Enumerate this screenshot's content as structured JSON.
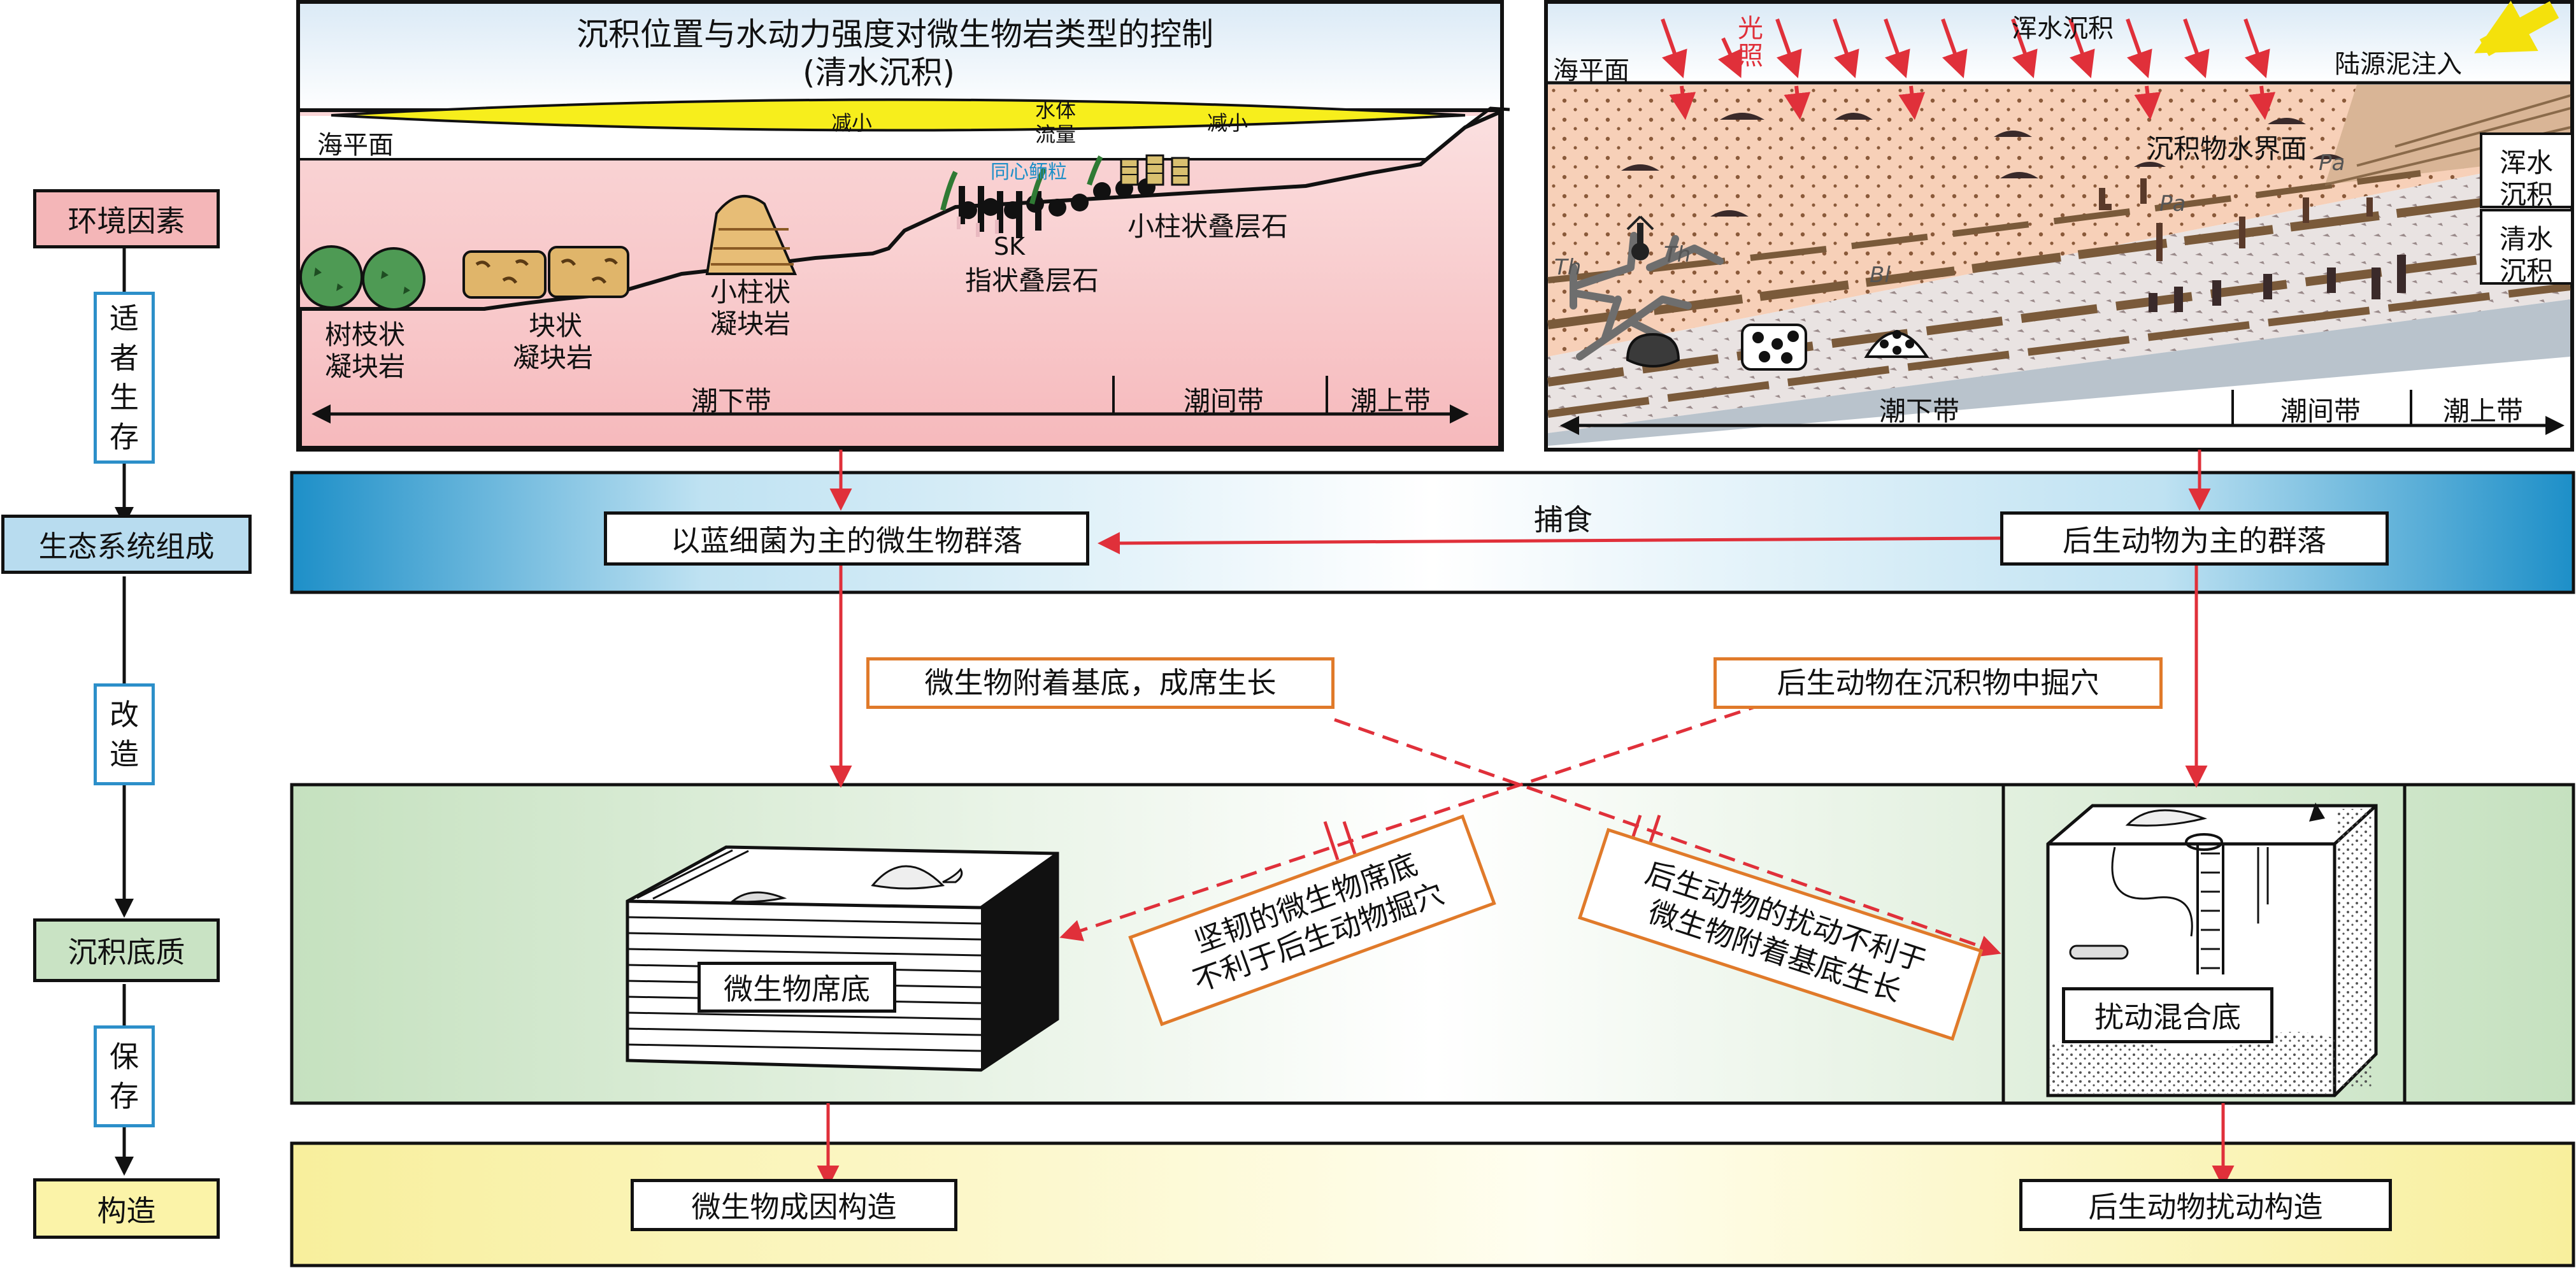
{
  "left_column": {
    "env_factors": "环境因素",
    "adaptation": [
      "适",
      "者",
      "生",
      "存"
    ],
    "ecosystem": "生态系统组成",
    "modification": [
      "改",
      "造"
    ],
    "substrate": "沉积底质",
    "preservation": [
      "保",
      "存"
    ],
    "structure": "构造"
  },
  "clearwater_panel": {
    "title_line1": "沉积位置与水动力强度对微生物岩类型的控制",
    "title_line2": "(清水沉积)",
    "sea_level": "海平面",
    "decrease_left": "减小",
    "flow_line1": "水体",
    "flow_line2": "流量",
    "decrease_right": "减小",
    "oolite": "同心鲕粒",
    "sk": "SK",
    "small_columnar_stromatolite": "小柱状叠层石",
    "digitate_stromatolite": "指状叠层石",
    "small_columnar_thrombolite_1": "小柱状",
    "small_columnar_thrombolite_2": "凝块岩",
    "massive_thrombolite_1": "块状",
    "massive_thrombolite_2": "凝块岩",
    "dendrolite_1": "树枝状",
    "dendrolite_2": "凝块岩",
    "subtidal": "潮下带",
    "intertidal": "潮间带",
    "supratidal": "潮上带"
  },
  "muddy_panel": {
    "sea_level": "海平面",
    "light_1": "光",
    "light_2": "照",
    "muddy_deposition": "浑水沉积",
    "terrigenous_input": "陆源泥注入",
    "swi": "沉积物水界面",
    "muddy_1": "浑水",
    "muddy_2": "沉积",
    "clear_1": "清水",
    "clear_2": "沉积",
    "pa_1": "Pa",
    "pa_2": "Pa",
    "th_1": "Th",
    "th_2": "Th",
    "bl": "Bl",
    "subtidal": "潮下带",
    "intertidal": "潮间带",
    "supratidal": "潮上带"
  },
  "ecosystem_band": {
    "microbial_community": "以蓝细菌为主的微生物群落",
    "predation": "捕食",
    "metazoan_community": "后生动物为主的群落"
  },
  "processes": {
    "microbial_attach": "微生物附着基底，成席生长",
    "metazoan_burrow": "后生动物在沉积物中掘穴",
    "tough_mat_1": "坚韧的微生物席底",
    "tough_mat_2": "不利于后生动物掘穴",
    "disturb_1": "后生动物的扰动不利于",
    "disturb_2": "微生物附着基底生长"
  },
  "substrate_band": {
    "microbial_mat": "微生物席底",
    "bioturbated": "扰动混合底"
  },
  "structure_band": {
    "microbial_structure": "微生物成因构造",
    "bioturbation_structure": "后生动物扰动构造"
  },
  "colors": {
    "env_pink": "#f7c3c3",
    "eco_blue": "#a9d8ee",
    "substrate_green": "#c9e3c4",
    "structure_yellow": "#fbf3a8",
    "arrow_red": "#e0303a",
    "accent_orange": "#e07a2a",
    "accent_blue": "#2c8fc9"
  }
}
